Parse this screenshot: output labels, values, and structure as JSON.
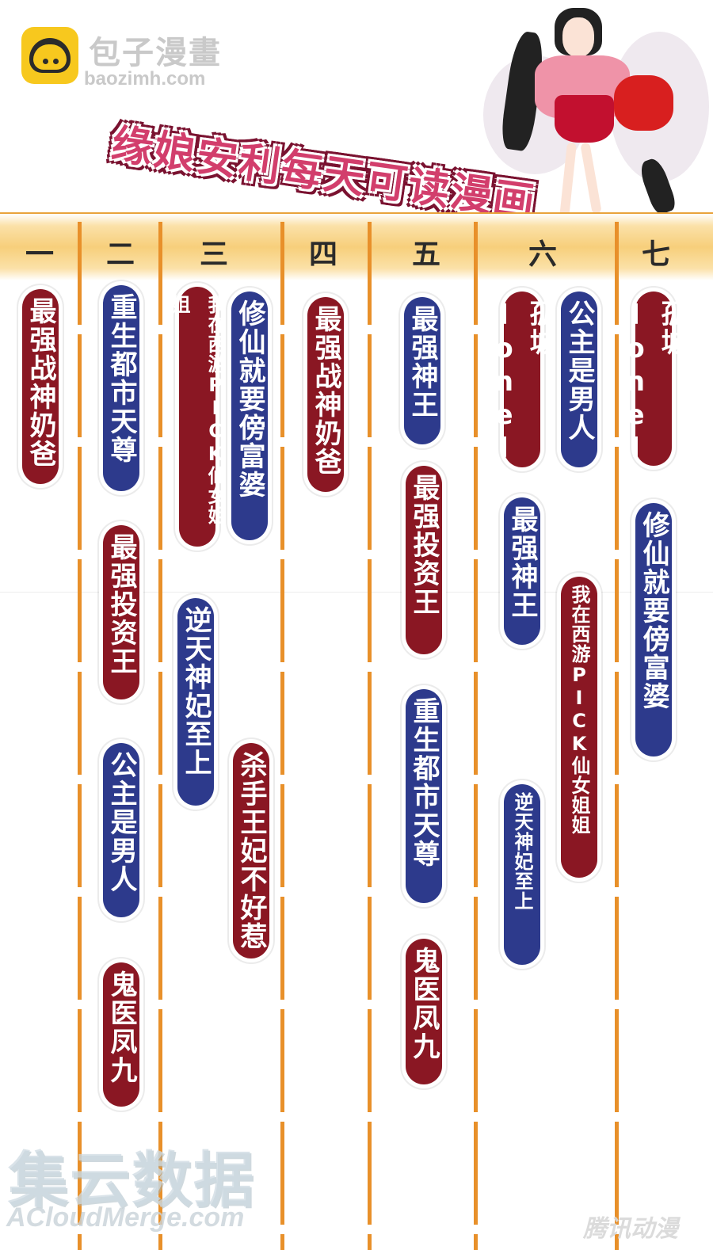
{
  "site": {
    "name": "包子漫畫",
    "url": "baozimh.com"
  },
  "banner": {
    "title": "缘娘安利每天可读漫画"
  },
  "colors": {
    "red_pill": "#8a1723",
    "blue_pill": "#2d3a8c",
    "divider": "#e8902a",
    "header_band": "#f7cf7b",
    "banner_text": "#d23e6c"
  },
  "days": [
    "一",
    "二",
    "三",
    "四",
    "五",
    "六",
    "七"
  ],
  "schedule": [
    {
      "day": "一",
      "titles": [
        {
          "text": "最强战神奶爸",
          "color": "red"
        }
      ]
    },
    {
      "day": "二",
      "titles": [
        {
          "text": "重生都市天尊",
          "color": "blue"
        },
        {
          "text": "最强投资王",
          "color": "red"
        },
        {
          "text": "公主是男人",
          "color": "blue"
        },
        {
          "text": "鬼医凤九",
          "color": "red"
        }
      ]
    },
    {
      "day": "三",
      "titles": [
        {
          "text": "我在西游PICK仙女姐姐",
          "color": "red"
        },
        {
          "text": "修仙就要傍富婆",
          "color": "blue"
        },
        {
          "text": "逆天神妃至上",
          "color": "blue"
        },
        {
          "text": "杀手王妃不好惹",
          "color": "red"
        }
      ]
    },
    {
      "day": "四",
      "titles": [
        {
          "text": "最强战神奶爸",
          "color": "red"
        }
      ]
    },
    {
      "day": "五",
      "titles": [
        {
          "text": "最强神王",
          "color": "blue"
        },
        {
          "text": "最强投资王",
          "color": "red"
        },
        {
          "text": "重生都市天尊",
          "color": "blue"
        },
        {
          "text": "鬼医凤九",
          "color": "red"
        }
      ]
    },
    {
      "day": "六",
      "titles": [
        {
          "text": "孤城lonely",
          "color": "red"
        },
        {
          "text": "公主是男人",
          "color": "blue"
        },
        {
          "text": "最强神王",
          "color": "blue"
        },
        {
          "text": "我在西游PICK仙女姐姐",
          "color": "red"
        },
        {
          "text": "逆天神妃至上",
          "color": "blue"
        }
      ]
    },
    {
      "day": "七",
      "titles": [
        {
          "text": "孤城lonely",
          "color": "red"
        },
        {
          "text": "修仙就要傍富婆",
          "color": "blue"
        }
      ]
    }
  ],
  "watermarks": {
    "cn": "集云数据",
    "en": "ACloudMerge.com",
    "corner": "腾讯动漫"
  }
}
